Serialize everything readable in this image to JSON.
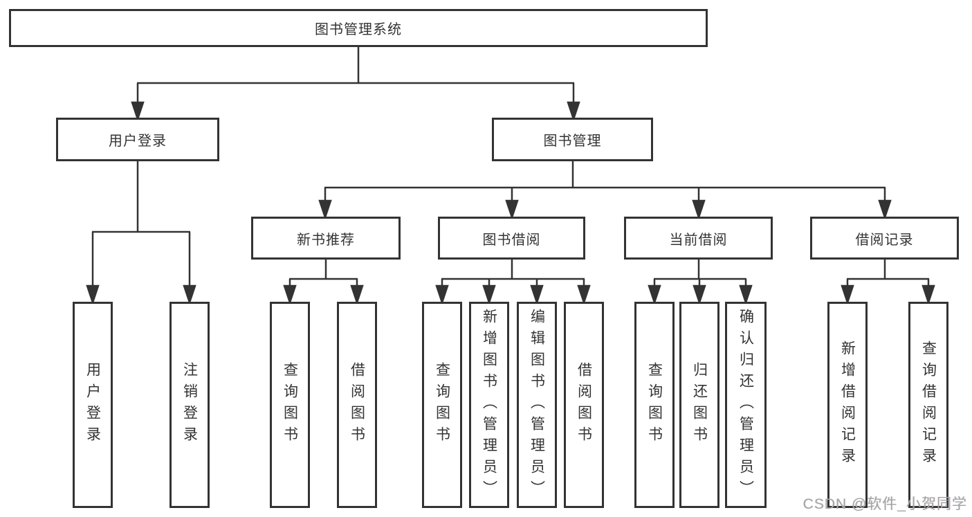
{
  "diagram": {
    "type": "hierarchy-tree",
    "colors": {
      "line": "#333333",
      "box_border": "#333333",
      "box_fill": "#ffffff",
      "text": "#333333",
      "watermark": "#a6a6a6",
      "background": "#ffffff"
    },
    "nodes": {
      "root": "图书管理系统",
      "user_login": "用户登录",
      "book_mgmt": "图书管理",
      "new_book_rec": "新书推荐",
      "book_borrow": "图书借阅",
      "current_borrow": "当前借阅",
      "borrow_records": "借阅记录",
      "leaf_user_login": "用户登录",
      "leaf_logout": "注销登录",
      "leaf_query_book_1": "查询图书",
      "leaf_borrow_book_1": "借阅图书",
      "leaf_query_book_2": "查询图书",
      "leaf_add_book": "新增图书（管理员）",
      "leaf_edit_book": "编辑图书（管理员）",
      "leaf_borrow_book_2": "借阅图书",
      "leaf_query_book_3": "查询图书",
      "leaf_return_book": "归还图书",
      "leaf_confirm_return": "确认归还（管理员）",
      "leaf_add_borrow_record": "新增借阅记录",
      "leaf_query_borrow_record": "查询借阅记录"
    },
    "edges": [
      [
        "图书管理系统",
        "用户登录"
      ],
      [
        "图书管理系统",
        "图书管理"
      ],
      [
        "用户登录",
        "用户登录"
      ],
      [
        "用户登录",
        "注销登录"
      ],
      [
        "图书管理",
        "新书推荐"
      ],
      [
        "图书管理",
        "图书借阅"
      ],
      [
        "图书管理",
        "当前借阅"
      ],
      [
        "图书管理",
        "借阅记录"
      ],
      [
        "新书推荐",
        "查询图书"
      ],
      [
        "新书推荐",
        "借阅图书"
      ],
      [
        "图书借阅",
        "查询图书"
      ],
      [
        "图书借阅",
        "新增图书（管理员）"
      ],
      [
        "图书借阅",
        "编辑图书（管理员）"
      ],
      [
        "图书借阅",
        "借阅图书"
      ],
      [
        "当前借阅",
        "查询图书"
      ],
      [
        "当前借阅",
        "归还图书"
      ],
      [
        "当前借阅",
        "确认归还（管理员）"
      ],
      [
        "借阅记录",
        "新增借阅记录"
      ],
      [
        "借阅记录",
        "查询借阅记录"
      ]
    ],
    "watermark": "CSDN @软件_小贺同学"
  }
}
